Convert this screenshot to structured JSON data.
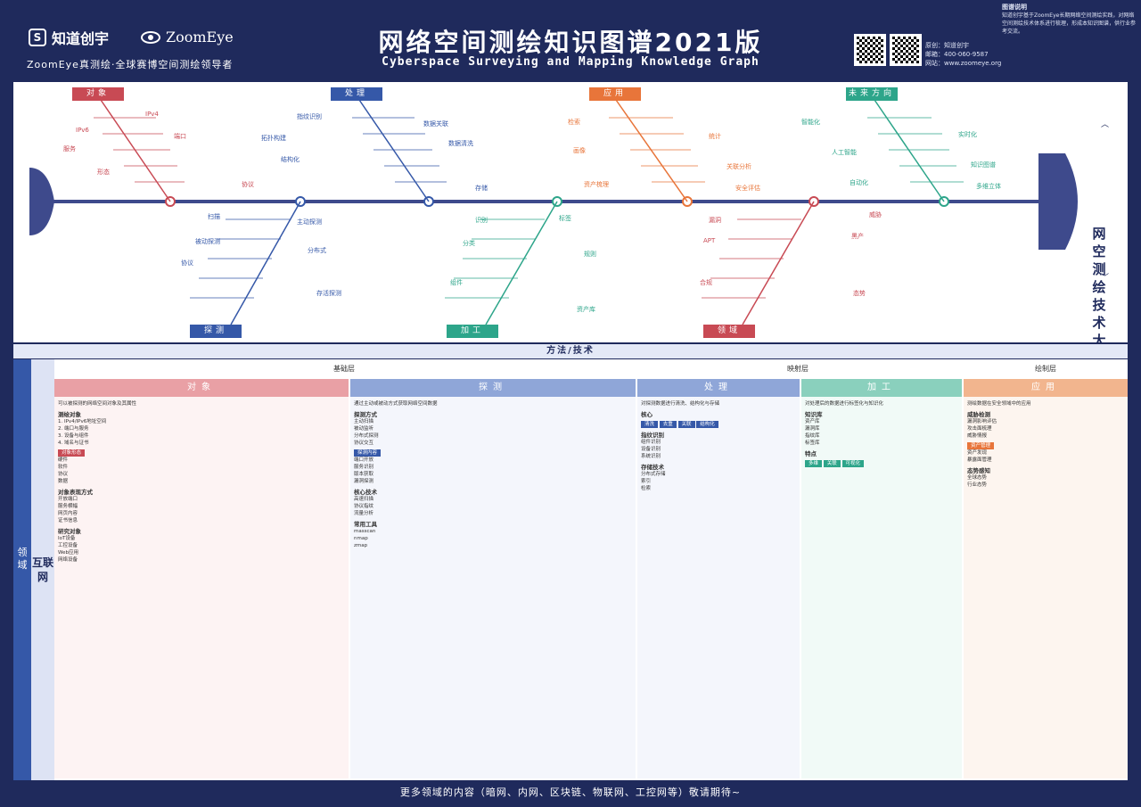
{
  "header": {
    "brand1": "知道创宇",
    "brand2": "ZoomEye",
    "slogan": "ZoomEye真测绘·全球赛博空间测绘领导者",
    "title_zh": "网络空间测绘知识图谱2021版",
    "title_en": "Cyberspace Surveying and Mapping Knowledge Graph",
    "contact": [
      "原创：知道创宇",
      "邮箱：400-060-9587",
      "网站：www.zoomeye.org"
    ],
    "about_title": "图谱说明",
    "about_text": "知道创宇基于ZoomEye长期网络空间测绘实践，对网络空间测绘技术体系进行梳理，形成本知识图谱，供行业参考交流。"
  },
  "skeleton": {
    "vertical_title": "网空测绘技术大纲",
    "categories": [
      {
        "label": "对象",
        "color": "red"
      },
      {
        "label": "处理",
        "color": "blue"
      },
      {
        "label": "应用",
        "color": "orange"
      },
      {
        "label": "未来方向",
        "color": "green"
      },
      {
        "label": "探测",
        "color": "blue"
      },
      {
        "label": "加工",
        "color": "green"
      },
      {
        "label": "领域",
        "color": "red"
      }
    ],
    "branches_top": [
      [
        "IPv4",
        "IPv6",
        "端口",
        "服务",
        "形态",
        "协议"
      ],
      [
        "指纹识别",
        "数据关联",
        "拓扑构建",
        "数据清洗",
        "结构化",
        "存储"
      ],
      [
        "检索",
        "统计",
        "画像",
        "关联分析",
        "资产梳理",
        "安全评估"
      ],
      [
        "智能化",
        "实时化",
        "人工智能",
        "知识图谱",
        "自动化",
        "多维立体"
      ]
    ],
    "branches_bottom": [
      [
        "扫描",
        "主动探测",
        "被动探测",
        "分布式",
        "协议",
        "存活探测"
      ],
      [
        "识别",
        "标签",
        "分类",
        "规则",
        "组件",
        "资产库"
      ],
      [
        "漏洞",
        "威胁",
        "APT",
        "黑产",
        "合规",
        "态势"
      ]
    ]
  },
  "method_bar": "方法/技术",
  "lower": {
    "side_a": "领域",
    "side_b": "互联网",
    "layers": [
      "基础层",
      "映射层",
      "绘制层"
    ],
    "columns": [
      {
        "title": "对象",
        "color": "red",
        "intro": "可以被探测的网络空间对象及其属性",
        "sections": [
          {
            "h": "测绘对象",
            "items": [
              "1. IPv4/IPv6地址空间",
              "2. 端口与服务",
              "3. 设备与组件",
              "4. 域名与证书"
            ]
          },
          {
            "h": "对象形态",
            "items": [
              "硬件",
              "软件",
              "协议",
              "数据"
            ]
          },
          {
            "h": "对象表现方式",
            "items": [
              "开放端口",
              "服务横幅",
              "网页内容",
              "证书信息"
            ]
          },
          {
            "h": "研究对象",
            "items": [
              "IoT设备",
              "工控设备",
              "Web应用",
              "网络设备"
            ]
          }
        ]
      },
      {
        "title": "探测",
        "color": "blue",
        "intro": "通过主动或被动方式获取网络空间数据",
        "sections": [
          {
            "h": "探测方式",
            "items": [
              "主动扫描",
              "被动监听",
              "分布式探测",
              "协议交互"
            ]
          },
          {
            "h": "探测内容",
            "items": [
              "端口开放",
              "服务识别",
              "版本获取",
              "漏洞探测"
            ]
          },
          {
            "h": "核心技术",
            "items": [
              "高速扫描",
              "协议指纹",
              "流量分析"
            ]
          },
          {
            "h": "常用工具",
            "items": [
              "masscan",
              "nmap",
              "zmap"
            ]
          }
        ]
      },
      {
        "title": "处理",
        "color": "blue",
        "intro": "对探测数据进行清洗、结构化与存储",
        "sections": [
          {
            "h": "核心",
            "items": [
              "清洗",
              "去重",
              "关联",
              "结构化"
            ]
          },
          {
            "h": "指纹识别",
            "items": [
              "组件识别",
              "设备识别",
              "系统识别"
            ]
          },
          {
            "h": "存储技术",
            "items": [
              "分布式存储",
              "索引",
              "检索"
            ]
          }
        ]
      },
      {
        "title": "加工",
        "color": "green",
        "intro": "对处理后的数据进行标签化与知识化",
        "sections": [
          {
            "h": "知识库",
            "items": [
              "资产库",
              "漏洞库",
              "指纹库",
              "标签库"
            ]
          },
          {
            "h": "特点",
            "items": [
              "多维",
              "关联",
              "可视化"
            ]
          }
        ]
      },
      {
        "title": "应用",
        "color": "orange",
        "intro": "测绘数据在安全领域中的应用",
        "sections": [
          {
            "h": "威胁检测",
            "items": [
              "漏洞影响评估",
              "攻击面梳理",
              "威胁情报"
            ]
          },
          {
            "h": "资产管理",
            "items": [
              "资产发现",
              "暴露面管理"
            ]
          },
          {
            "h": "态势感知",
            "items": [
              "全球态势",
              "行业态势"
            ]
          }
        ]
      }
    ]
  },
  "footer": "更多领域的内容（暗网、内网、区块链、物联网、工控网等）敬请期待~"
}
